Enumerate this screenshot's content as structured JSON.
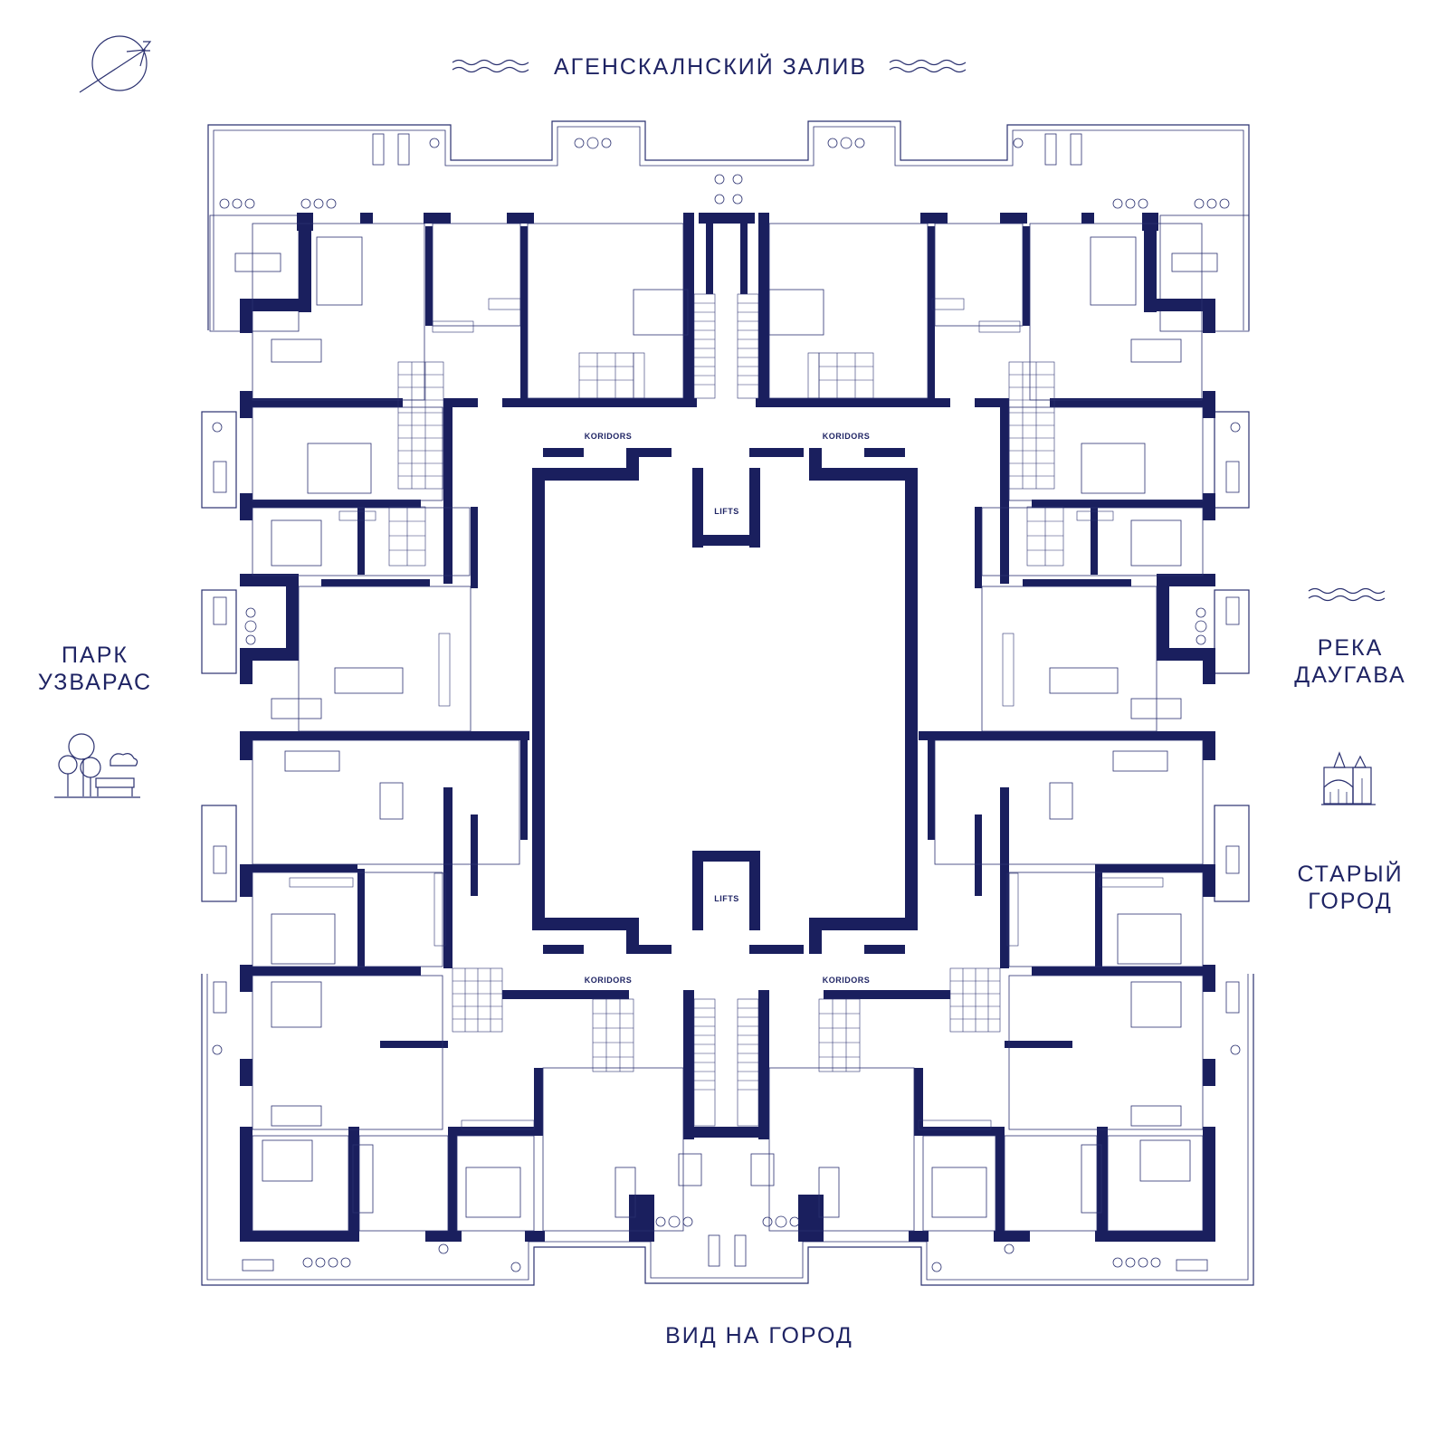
{
  "labels": {
    "north": "АГЕНСКАЛНСКИЙ ЗАЛИВ",
    "south": "ВИД НА ГОРОД",
    "west_line1": "ПАРК",
    "west_line2": "УЗВАРАС",
    "east_top_line1": "РЕКА",
    "east_top_line2": "ДАУГАВА",
    "east_bottom_line1": "СТАРЫЙ",
    "east_bottom_line2": "ГОРОД"
  },
  "rooms": {
    "corridor_nw": "KORIDORS",
    "corridor_ne": "KORIDORS",
    "corridor_sw": "KORIDORS",
    "corridor_se": "KORIDORS",
    "lifts_north": "LIFTS",
    "lifts_south": "LIFTS"
  },
  "colors": {
    "ink": "#1a1f5e",
    "background": "#ffffff"
  },
  "icons": [
    "compass-north-icon",
    "wave-icon",
    "park-trees-bench-icon",
    "old-town-church-icon"
  ]
}
